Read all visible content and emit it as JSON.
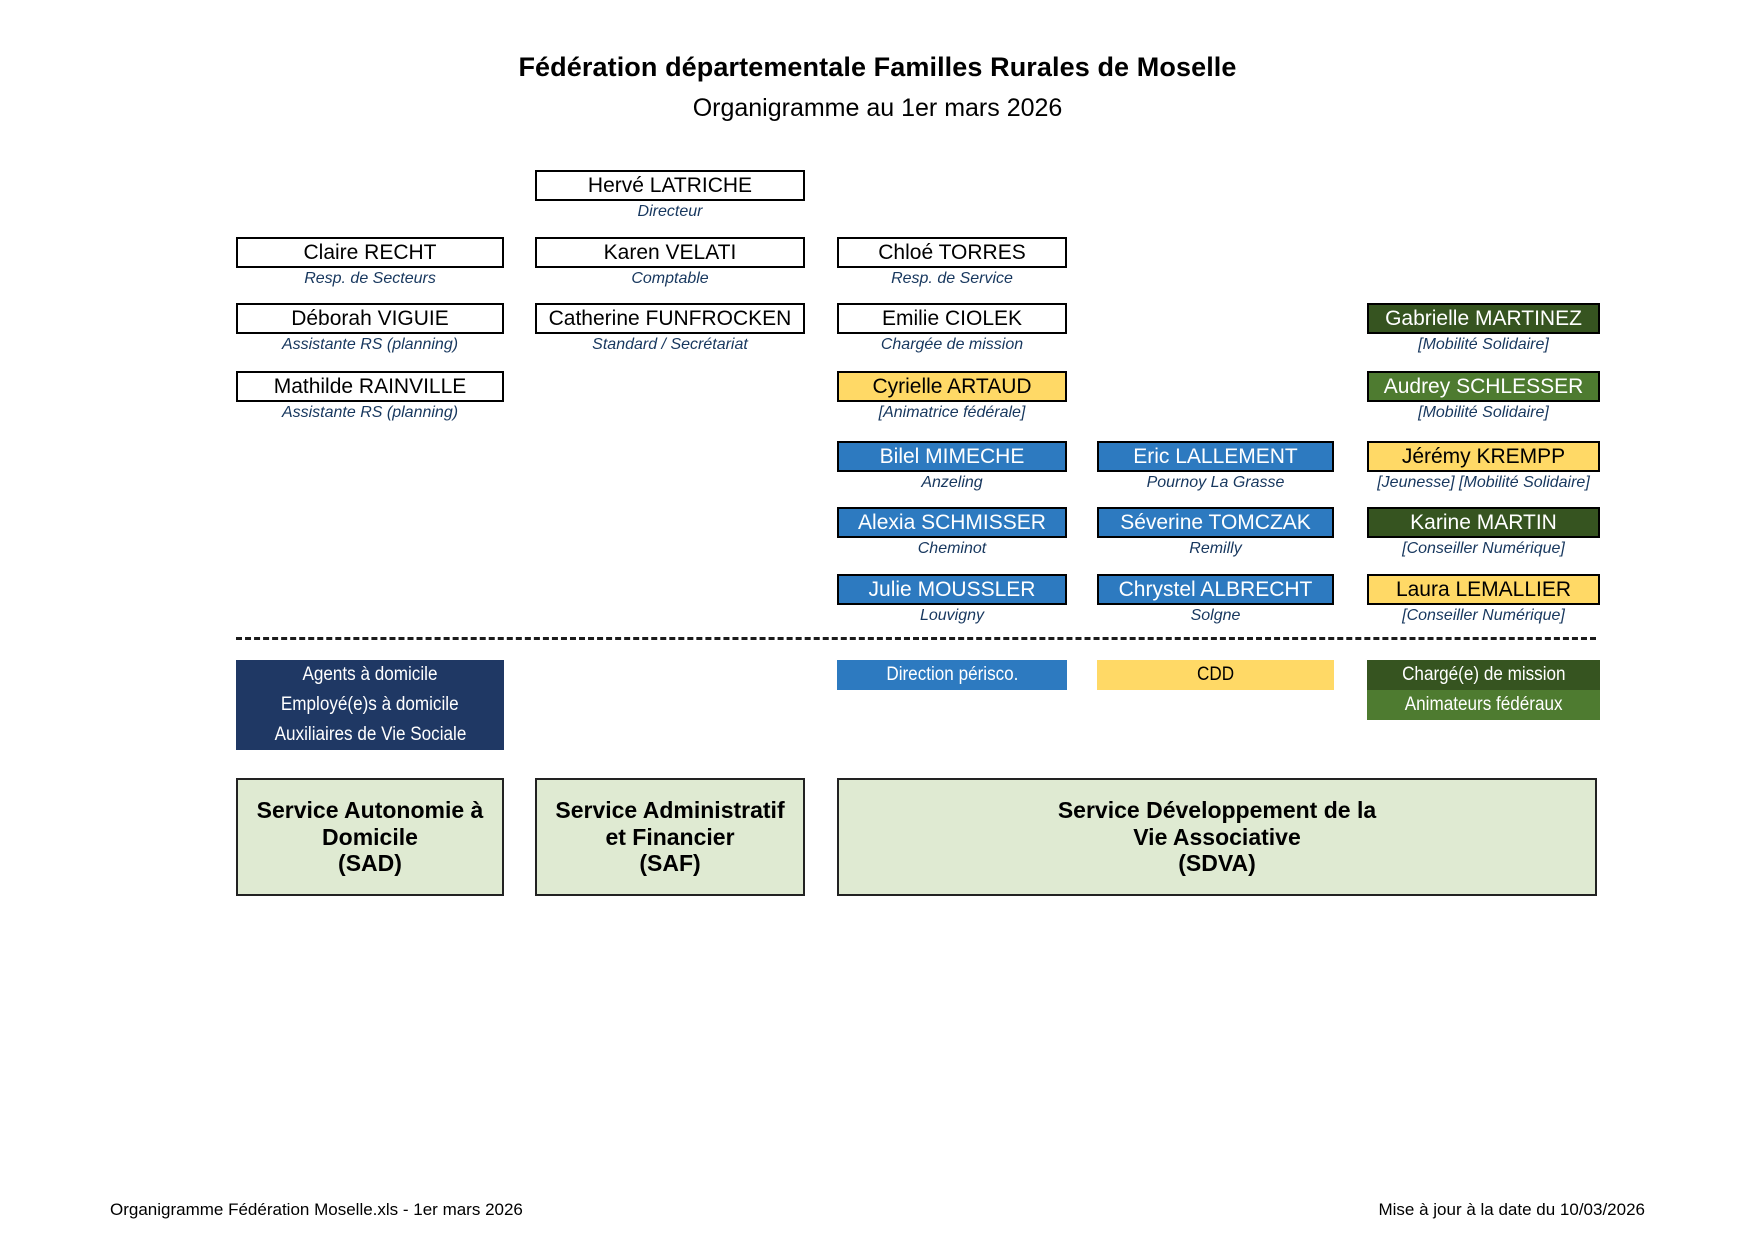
{
  "header": {
    "title": "Fédération départementale Familles Rurales de Moselle",
    "subtitle": "Organigramme au 1er mars 2026"
  },
  "colors": {
    "white_box": "#ffffff",
    "blue_box": "#2d7ac0",
    "yellow_box": "#ffd966",
    "dark_green_box": "#365420",
    "mid_green_box": "#4e7b30",
    "navy_legend": "#1f3864",
    "service_box": "#dfead2",
    "caption_text": "#17375e"
  },
  "nodes": [
    {
      "name": "Hervé LATRICHE",
      "caption": "Directeur",
      "style": "white",
      "col": 2,
      "row": 0
    },
    {
      "name": "Claire RECHT",
      "caption": "Resp. de Secteurs",
      "style": "white",
      "col": 1,
      "row": 1
    },
    {
      "name": "Karen VELATI",
      "caption": "Comptable",
      "style": "white",
      "col": 2,
      "row": 1
    },
    {
      "name": "Chloé TORRES",
      "caption": "Resp. de Service",
      "style": "white",
      "col": 3,
      "row": 1
    },
    {
      "name": "Déborah VIGUIE",
      "caption": "Assistante RS (planning)",
      "style": "white",
      "col": 1,
      "row": 2
    },
    {
      "name": "Catherine FUNFROCKEN",
      "caption": "Standard / Secrétariat",
      "style": "white",
      "col": 2,
      "row": 2
    },
    {
      "name": "Emilie CIOLEK",
      "caption": "Chargée de mission",
      "style": "white",
      "col": 3,
      "row": 2
    },
    {
      "name": "Gabrielle MARTINEZ",
      "caption": "[Mobilité Solidaire]",
      "style": "dgreen",
      "col": 5,
      "row": 2
    },
    {
      "name": "Mathilde RAINVILLE",
      "caption": "Assistante RS (planning)",
      "style": "white",
      "col": 1,
      "row": 3
    },
    {
      "name": "Cyrielle ARTAUD",
      "caption": "[Animatrice fédérale]",
      "style": "yellow",
      "col": 3,
      "row": 3
    },
    {
      "name": "Audrey SCHLESSER",
      "caption": "[Mobilité Solidaire]",
      "style": "mgreen",
      "col": 5,
      "row": 3
    },
    {
      "name": "Bilel MIMECHE",
      "caption": "Anzeling",
      "style": "blue",
      "col": 3,
      "row": 4
    },
    {
      "name": "Eric LALLEMENT",
      "caption": "Pournoy La Grasse",
      "style": "blue",
      "col": 4,
      "row": 4
    },
    {
      "name": "Jérémy KREMPP",
      "caption": "[Jeunesse] [Mobilité Solidaire]",
      "style": "yellow",
      "col": 5,
      "row": 4
    },
    {
      "name": "Alexia SCHMISSER",
      "caption": "Cheminot",
      "style": "blue",
      "col": 3,
      "row": 5
    },
    {
      "name": "Séverine TOMCZAK",
      "caption": "Remilly",
      "style": "blue",
      "col": 4,
      "row": 5
    },
    {
      "name": "Karine MARTIN",
      "caption": "[Conseiller Numérique]",
      "style": "dgreen",
      "col": 5,
      "row": 5
    },
    {
      "name": "Julie MOUSSLER",
      "caption": "Louvigny",
      "style": "blue",
      "col": 3,
      "row": 6
    },
    {
      "name": "Chrystel ALBRECHT",
      "caption": "Solgne",
      "style": "blue",
      "col": 4,
      "row": 6
    },
    {
      "name": "Laura LEMALLIER",
      "caption": "[Conseiller Numérique]",
      "style": "yellow",
      "col": 5,
      "row": 6
    }
  ],
  "legends": [
    {
      "key": "sad",
      "col": 1,
      "rows": [
        {
          "label": "Agents à domicile",
          "style": "navy"
        },
        {
          "label": "Employé(e)s à domicile",
          "style": "navy"
        },
        {
          "label": "Auxiliaires de Vie Sociale",
          "style": "navy"
        }
      ]
    },
    {
      "key": "perisco",
      "col": 3,
      "rows": [
        {
          "label": "Direction périsco.",
          "style": "blue"
        }
      ]
    },
    {
      "key": "cdd",
      "col": 4,
      "rows": [
        {
          "label": "CDD",
          "style": "yellow"
        }
      ]
    },
    {
      "key": "mission",
      "col": 5,
      "rows": [
        {
          "label": "Chargé(e) de mission",
          "style": "dgreen"
        },
        {
          "label": "Animateurs fédéraux",
          "style": "mgreen"
        }
      ]
    }
  ],
  "services": [
    {
      "key": "sad",
      "lines": "Service Autonomie à\nDomicile\n(SAD)"
    },
    {
      "key": "saf",
      "lines": "Service Administratif\net Financier\n(SAF)"
    },
    {
      "key": "sdva",
      "lines": "Service Développement de la\nVie Associative\n(SDVA)"
    }
  ],
  "footer": {
    "left": "Organigramme Fédération Moselle.xls - 1er mars 2026",
    "right": "Mise à jour à la date du 10/03/2026"
  }
}
